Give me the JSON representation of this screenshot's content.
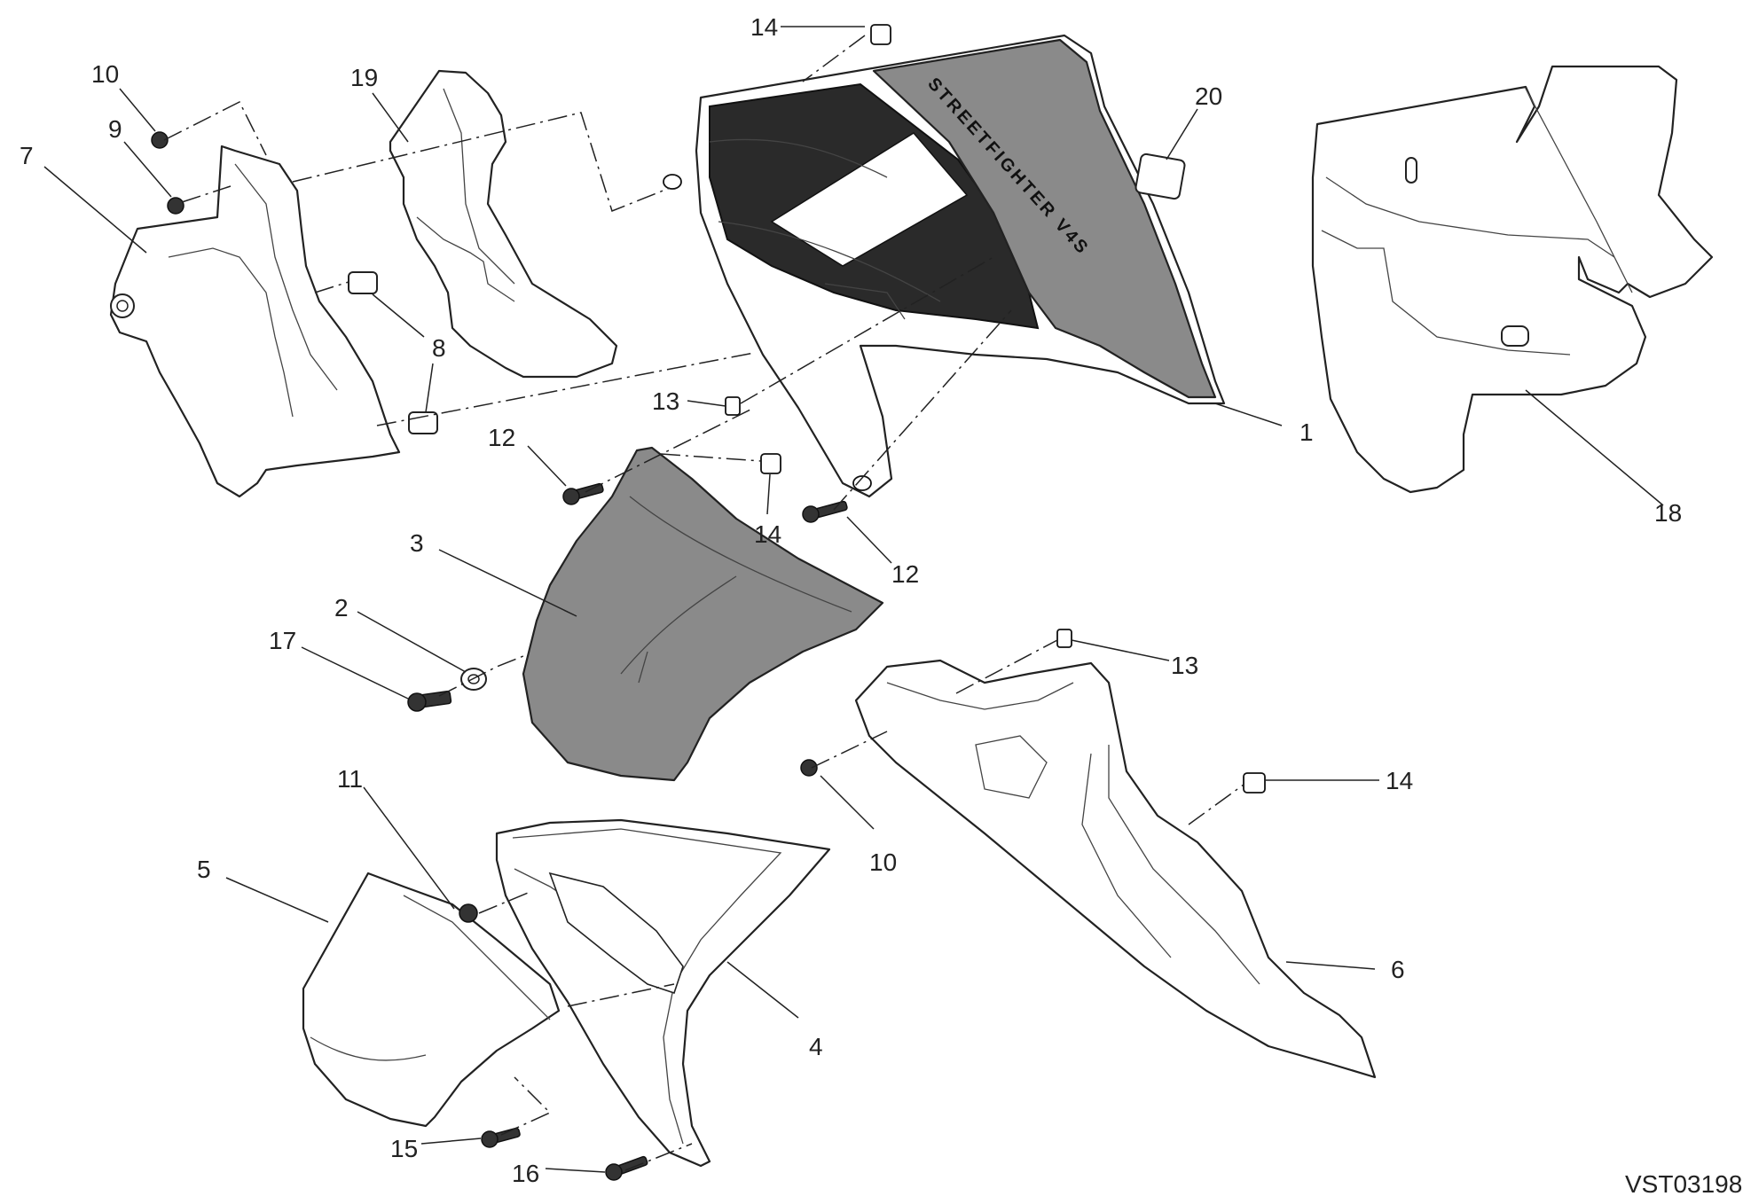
{
  "diagram": {
    "reference_code": "VST03198",
    "brand_text": "STREETFIGHTER V4S",
    "callouts": [
      {
        "id": "c14a",
        "label": "14"
      },
      {
        "id": "c10a",
        "label": "10"
      },
      {
        "id": "c19",
        "label": "19"
      },
      {
        "id": "c20",
        "label": "20"
      },
      {
        "id": "c9",
        "label": "9"
      },
      {
        "id": "c7",
        "label": "7"
      },
      {
        "id": "c8",
        "label": "8"
      },
      {
        "id": "c13a",
        "label": "13"
      },
      {
        "id": "c12a",
        "label": "12"
      },
      {
        "id": "c1",
        "label": "1"
      },
      {
        "id": "c14b",
        "label": "14"
      },
      {
        "id": "c12b",
        "label": "12"
      },
      {
        "id": "c18",
        "label": "18"
      },
      {
        "id": "c3",
        "label": "3"
      },
      {
        "id": "c2",
        "label": "2"
      },
      {
        "id": "c17",
        "label": "17"
      },
      {
        "id": "c13b",
        "label": "13"
      },
      {
        "id": "c11",
        "label": "11"
      },
      {
        "id": "c14c",
        "label": "14"
      },
      {
        "id": "c5",
        "label": "5"
      },
      {
        "id": "c10b",
        "label": "10"
      },
      {
        "id": "c6",
        "label": "6"
      },
      {
        "id": "c4",
        "label": "4"
      },
      {
        "id": "c15",
        "label": "15"
      },
      {
        "id": "c16",
        "label": "16"
      }
    ]
  }
}
